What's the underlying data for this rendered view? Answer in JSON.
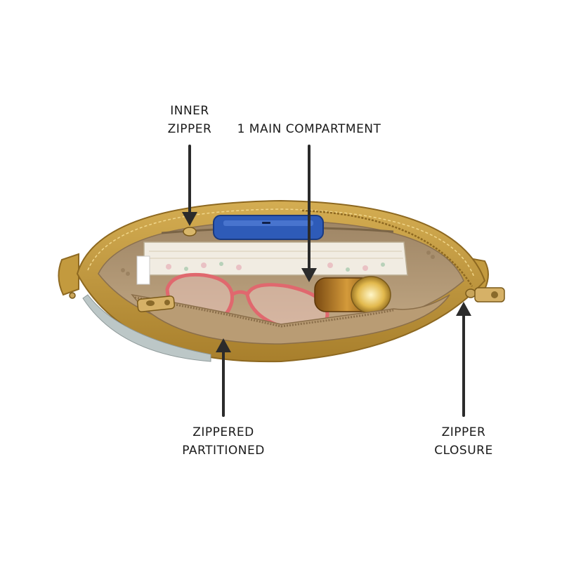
{
  "labels": {
    "inner_zipper": {
      "line1": "INNER",
      "line2": "ZIPPER"
    },
    "main_compartment": {
      "line1": "1 MAIN COMPARTMENT"
    },
    "zippered_partitioned": {
      "line1": "ZIPPERED",
      "line2": "PARTITIONED"
    },
    "zipper_closure": {
      "line1": "ZIPPER",
      "line2": "CLOSURE"
    }
  },
  "colors": {
    "bag_mustard": "#c49a3c",
    "lining_beige": "#b79d7b",
    "arrow": "#2b2b2b",
    "zipper_gold": "#c9a55a"
  }
}
